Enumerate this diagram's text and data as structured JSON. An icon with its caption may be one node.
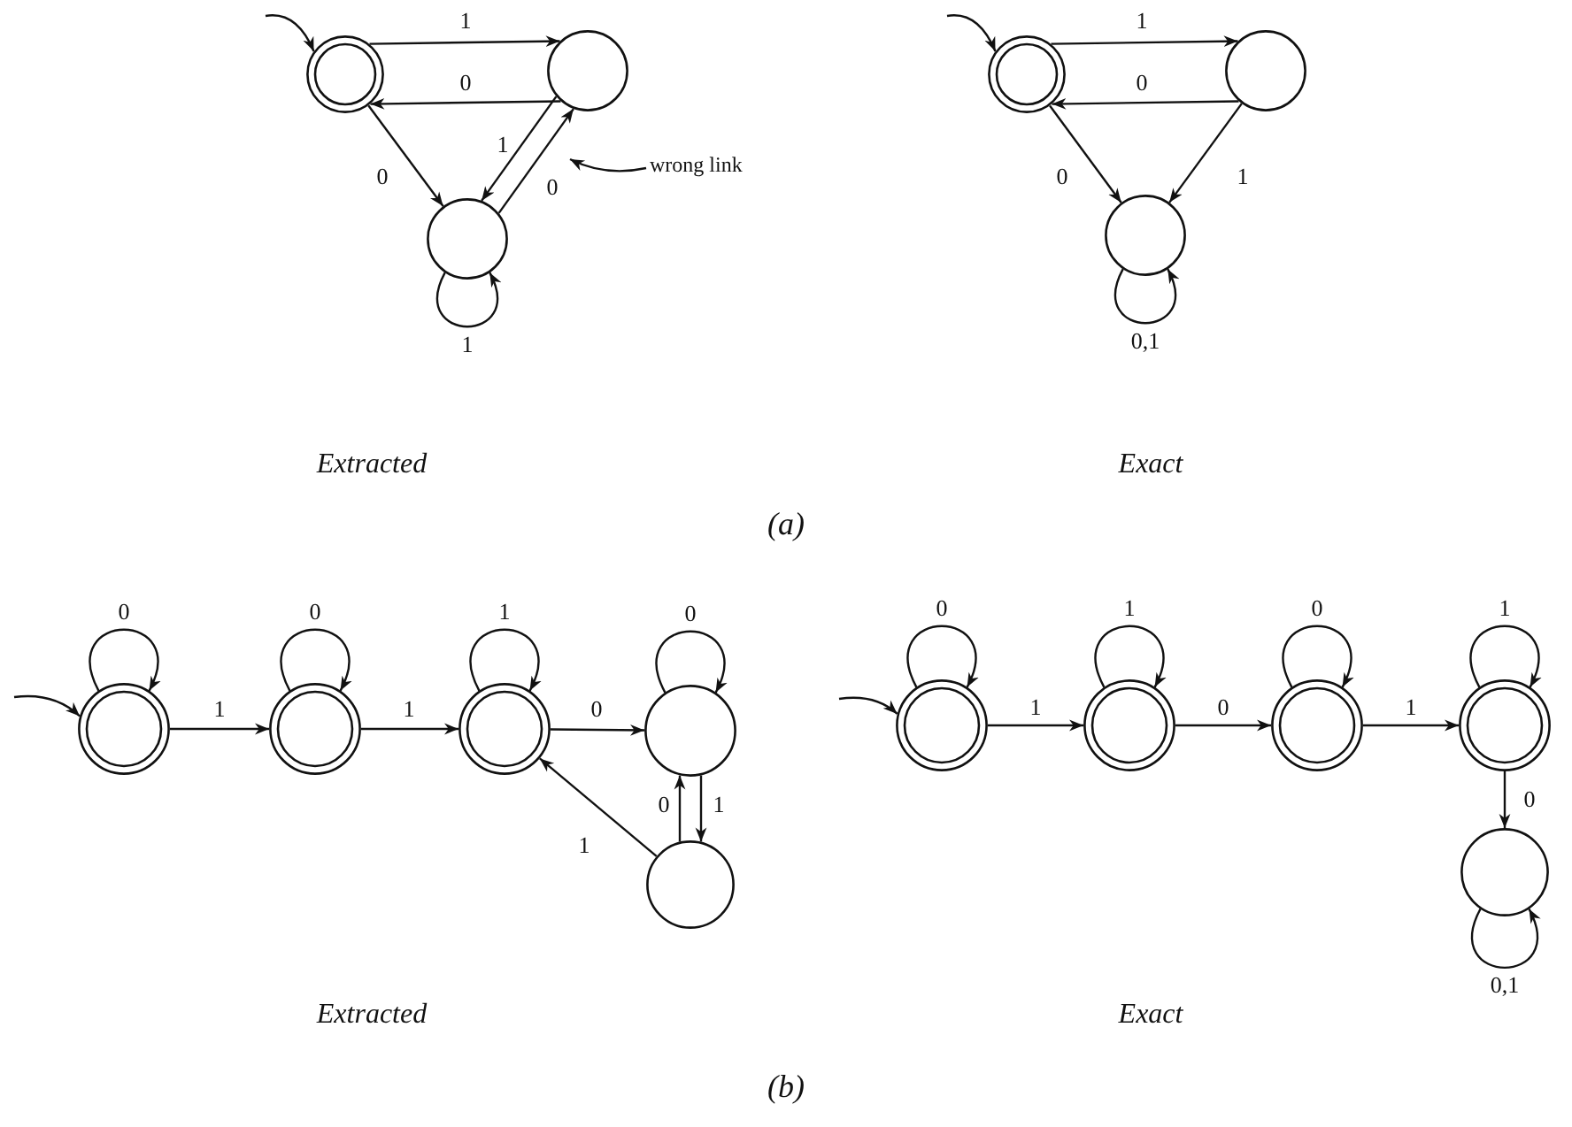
{
  "diagram": {
    "nodes": [
      {
        "text": [],
        "shape": "double-circle"
      },
      {
        "text": [],
        "shape": "circle"
      },
      {
        "text": [],
        "shape": "circle"
      },
      {
        "text": [
          "wrong link"
        ]
      },
      {
        "text": [],
        "shape": "double-circle"
      },
      {
        "text": [],
        "shape": "circle"
      },
      {
        "text": [],
        "shape": "circle"
      },
      {
        "text": [],
        "shape": "double-circle"
      },
      {
        "text": [],
        "shape": "double-circle"
      },
      {
        "text": [],
        "shape": "double-circle"
      },
      {
        "text": [],
        "shape": "circle"
      },
      {
        "text": [],
        "shape": "circle"
      },
      {
        "text": [],
        "shape": "double-circle"
      },
      {
        "text": [],
        "shape": "double-circle"
      },
      {
        "text": [],
        "shape": "double-circle"
      },
      {
        "text": [],
        "shape": "double-circle"
      },
      {
        "text": [],
        "shape": "circle"
      }
    ],
    "edges": [
      {
        "from": null,
        "to": 0,
        "arrow": "to"
      },
      {
        "from": 0,
        "to": 1,
        "label": "1",
        "arrow": "to"
      },
      {
        "from": 1,
        "to": 0,
        "label": "0",
        "arrow": "to"
      },
      {
        "from": 0,
        "to": 2,
        "label": "0",
        "arrow": "to"
      },
      {
        "from": 1,
        "to": 2,
        "label": "1",
        "arrow": "to"
      },
      {
        "from": 2,
        "to": 1,
        "label": "0",
        "arrow": "to"
      },
      {
        "from": 2,
        "to": 2,
        "label": "1",
        "arrow": "to"
      },
      {
        "from": 3,
        "to": null,
        "arrow": "to"
      },
      {
        "from": null,
        "to": 4,
        "arrow": "to"
      },
      {
        "from": 4,
        "to": 5,
        "label": "1",
        "arrow": "to"
      },
      {
        "from": 5,
        "to": 4,
        "label": "0",
        "arrow": "to"
      },
      {
        "from": 4,
        "to": 6,
        "label": "0",
        "arrow": "to"
      },
      {
        "from": 5,
        "to": 6,
        "label": "1",
        "arrow": "to"
      },
      {
        "from": 6,
        "to": 6,
        "label": "0,1",
        "arrow": "to"
      },
      {
        "from": null,
        "to": 7,
        "arrow": "to"
      },
      {
        "from": 7,
        "to": 7,
        "label": "0",
        "arrow": "to"
      },
      {
        "from": 7,
        "to": 8,
        "label": "1",
        "arrow": "to"
      },
      {
        "from": 8,
        "to": 8,
        "label": "0",
        "arrow": "to"
      },
      {
        "from": 8,
        "to": 9,
        "label": "1",
        "arrow": "to"
      },
      {
        "from": 9,
        "to": 9,
        "label": "1",
        "arrow": "to"
      },
      {
        "from": 9,
        "to": 10,
        "label": "0",
        "arrow": "to"
      },
      {
        "from": 10,
        "to": 10,
        "label": "0",
        "arrow": "to"
      },
      {
        "from": 10,
        "to": 11,
        "label": "1",
        "arrow": "to"
      },
      {
        "from": 11,
        "to": 10,
        "label": "0",
        "arrow": "to"
      },
      {
        "from": 11,
        "to": 9,
        "label": "1",
        "arrow": "to"
      },
      {
        "from": null,
        "to": 12,
        "arrow": "to"
      },
      {
        "from": 12,
        "to": 12,
        "label": "0",
        "arrow": "to"
      },
      {
        "from": 12,
        "to": 13,
        "label": "1",
        "arrow": "to"
      },
      {
        "from": 13,
        "to": 13,
        "label": "1",
        "arrow": "to"
      },
      {
        "from": 13,
        "to": 14,
        "label": "0",
        "arrow": "to"
      },
      {
        "from": 14,
        "to": 14,
        "label": "0",
        "arrow": "to"
      },
      {
        "from": 14,
        "to": 15,
        "label": "1",
        "arrow": "to"
      },
      {
        "from": 15,
        "to": 15,
        "label": "1",
        "arrow": "to"
      },
      {
        "from": 15,
        "to": 16,
        "label": "0",
        "arrow": "to"
      },
      {
        "from": 16,
        "to": 16,
        "label": "0,1",
        "arrow": "to"
      }
    ],
    "labels": [
      "Extracted",
      "Exact",
      "(a)",
      "Extracted",
      "Exact",
      "(b)"
    ]
  }
}
